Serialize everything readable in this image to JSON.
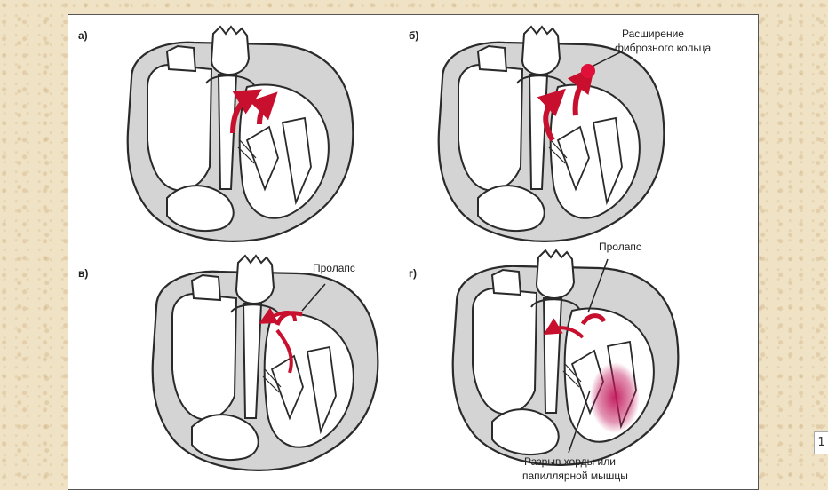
{
  "panels": [
    {
      "tag": "а)"
    },
    {
      "tag": "б)",
      "annotation_line1": "Расширение",
      "annotation_line2": "фиброзного кольца"
    },
    {
      "tag": "в)",
      "annotation": "Пролапс"
    },
    {
      "tag": "г)",
      "annotation_top": "Пролапс",
      "annotation_bottom_line1": "Разрыв хорды или",
      "annotation_bottom_line2": "папиллярной мышцы"
    }
  ],
  "colors": {
    "arrow": "#c8102e",
    "myocardium": "#d4d4d4",
    "outline": "#2a2a2a",
    "infarct": "#c2185b"
  },
  "corner_button": {
    "glyph": "1"
  }
}
